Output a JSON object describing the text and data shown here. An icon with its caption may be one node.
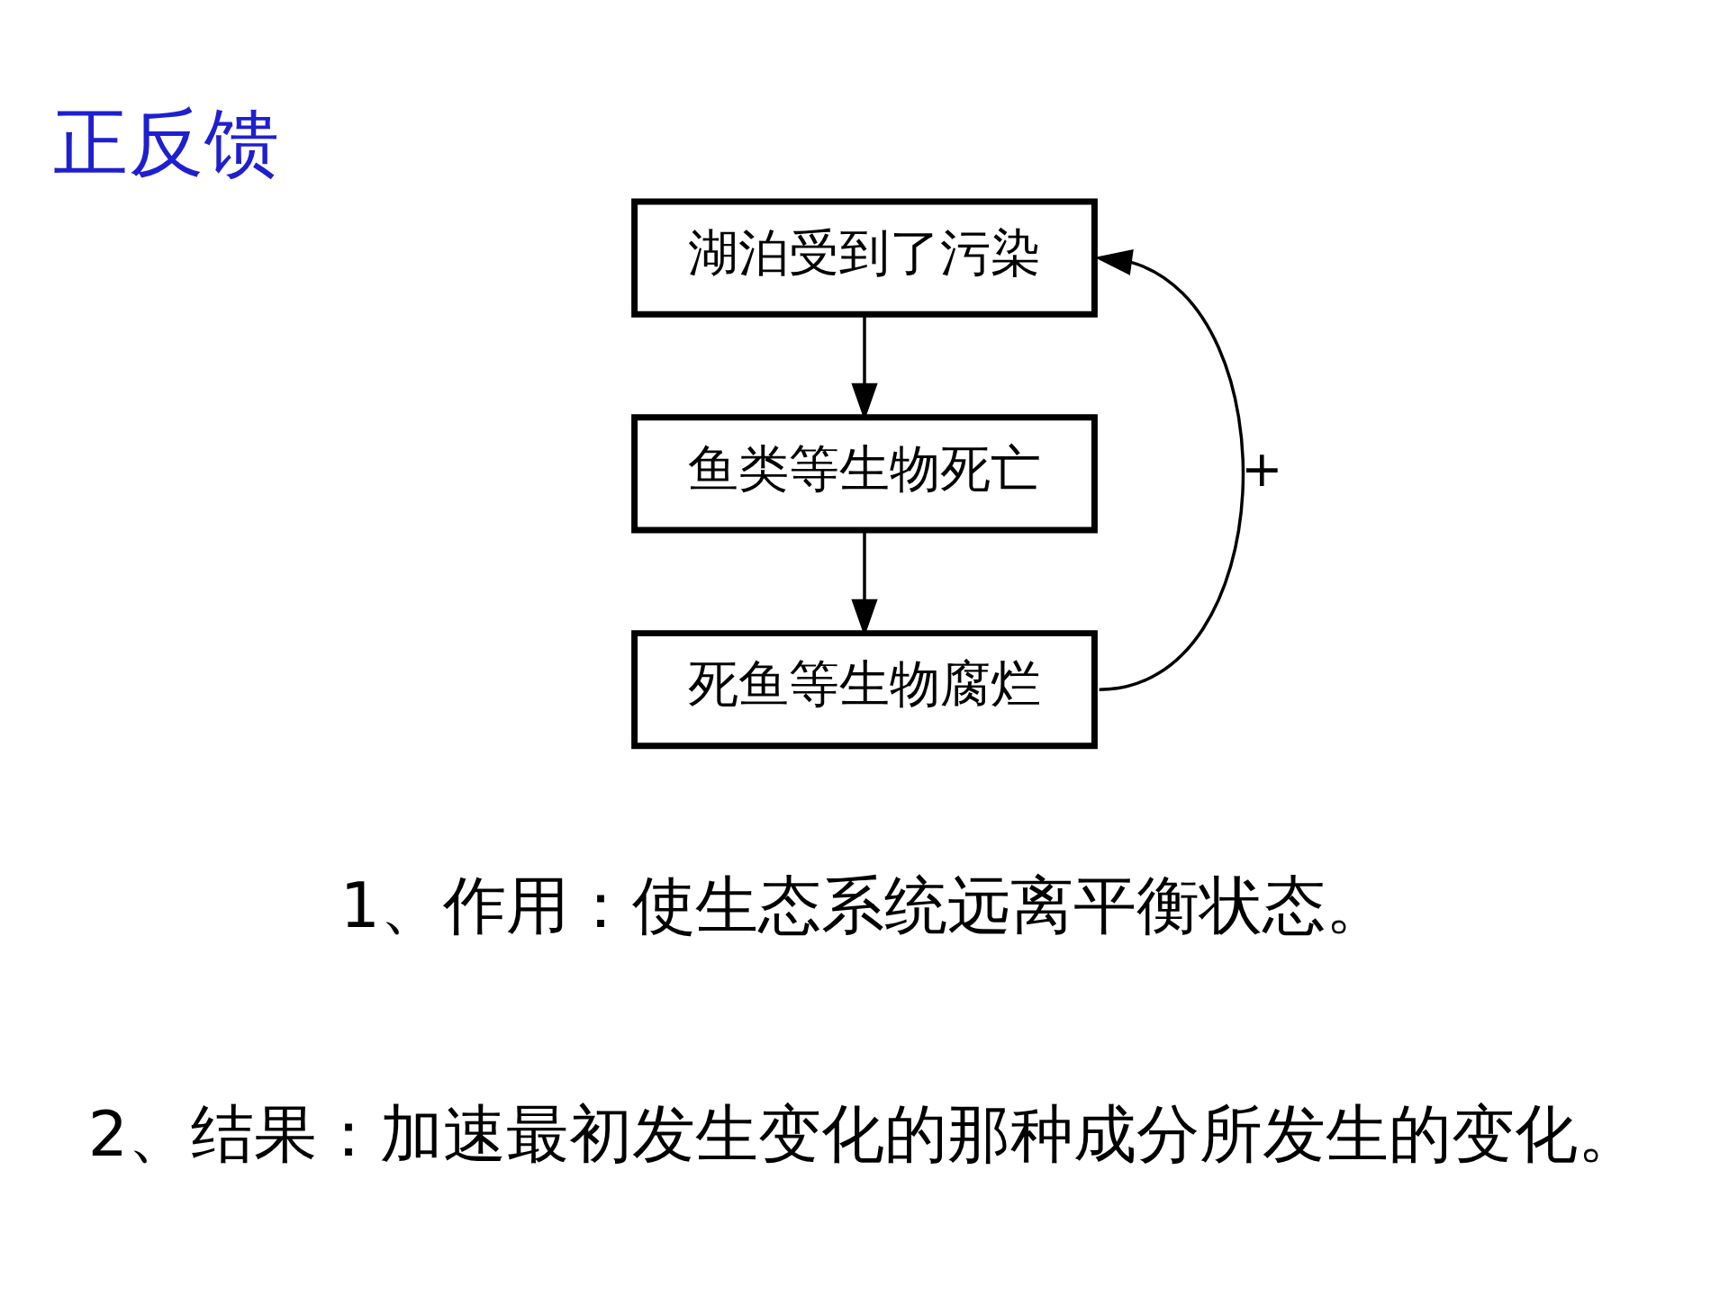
{
  "diagram": {
    "title": "正反馈",
    "nodes": [
      {
        "text": [
          "湖泊受到了污染"
        ]
      },
      {
        "text": [
          "鱼类等生物死亡"
        ]
      },
      {
        "text": [
          "死鱼等生物腐烂"
        ]
      }
    ],
    "edges": [
      {
        "from": 0,
        "to": 1,
        "arrow": "to"
      },
      {
        "from": 1,
        "to": 2,
        "arrow": "to"
      },
      {
        "from": 2,
        "to": 0,
        "arrow": "to",
        "label": "+"
      }
    ],
    "labels": [
      "1、作用：使生态系统远离平衡状态。",
      "2、结果：加速最初发生变化的那种成分所发生的变化。"
    ]
  }
}
